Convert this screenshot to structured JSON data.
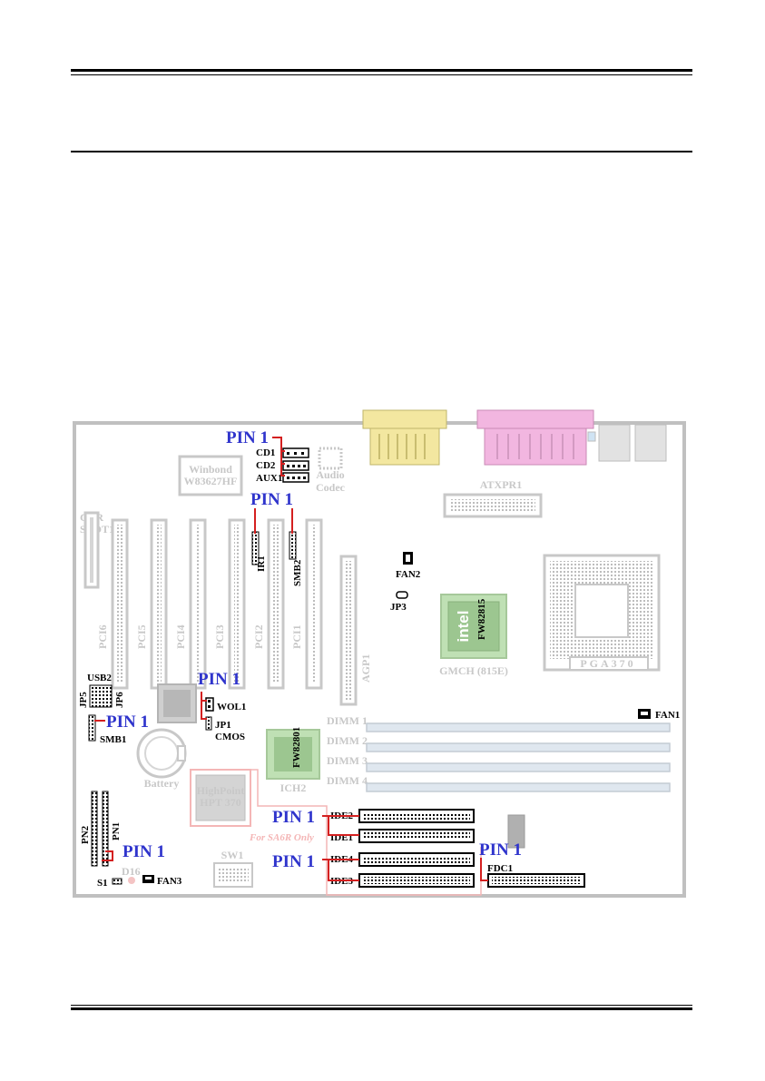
{
  "diagram": {
    "pin_label": "PIN 1",
    "labels": {
      "cd1": "CD1",
      "cd2": "CD2",
      "aux1": "AUX1",
      "audio_codec_line1": "Audio",
      "audio_codec_line2": "Codec",
      "winbond_line1": "Winbond",
      "winbond_line2": "W83627HF",
      "cnr_line1": "CNR",
      "cnr_line2": "SLOT1",
      "atxpr1": "ATXPR1",
      "ir1": "IR1",
      "smb2": "SMB2",
      "pci6": "PCI6",
      "pci5": "PCI5",
      "pci4": "PCI4",
      "pci3": "PCI3",
      "pci2": "PCI2",
      "pci1": "PCI1",
      "agp1": "AGP1",
      "fan2": "FAN2",
      "jp3": "JP3",
      "gmch_chip": "FW82815",
      "gmch": "GMCH (815E)",
      "pga370": "PGA370",
      "usb2": "USB2",
      "jp5": "JP5",
      "jp6": "JP6",
      "wol1": "WOL1",
      "jp1": "JP1",
      "cmos": "CMOS",
      "smb1": "SMB1",
      "fan1": "FAN1",
      "dimm1": "DIMM 1",
      "dimm2": "DIMM 2",
      "dimm3": "DIMM 3",
      "dimm4": "DIMM 4",
      "ich2": "ICH2",
      "ich2_chip": "FW82801",
      "battery": "Battery",
      "hpt_line1": "HighPoint",
      "hpt_line2": "HPT 370",
      "sa6r_note": "For SA6R Only",
      "ide2": "IDE2",
      "ide1": "IDE1",
      "ide4": "IDE4",
      "ide3": "IDE3",
      "fdc1": "FDC1",
      "pn2": "PN2",
      "pn1": "PN1",
      "sw1": "SW1",
      "s1": "S1",
      "d16": "D16",
      "fan3": "FAN3"
    },
    "colors": {
      "pin_text": "#2f34cc",
      "leader_line": "#d42020",
      "board_outline": "#c0c0c0",
      "gmch_fill": "#bfe0b4",
      "serial_port": "#f3e7a0",
      "parallel_port": "#f2b6e0",
      "hpt_outline": "#f4b6b6"
    }
  }
}
